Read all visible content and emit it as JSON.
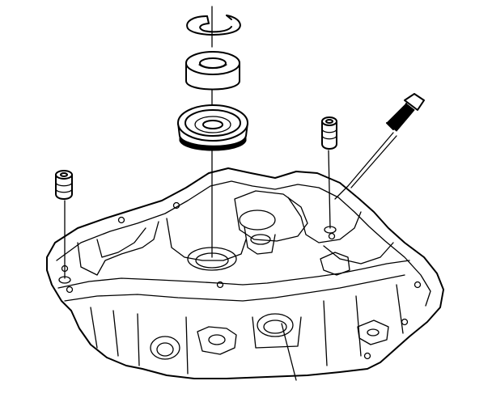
{
  "diagram": {
    "kind": "exploded-view line illustration",
    "colors": {
      "line": "#000000",
      "background": "#ffffff"
    },
    "parts": [
      "snap-ring",
      "bearing",
      "seal",
      "dowel-pin-right",
      "dowel-pin-left",
      "seal-installer-tool",
      "transaxle-case"
    ]
  }
}
